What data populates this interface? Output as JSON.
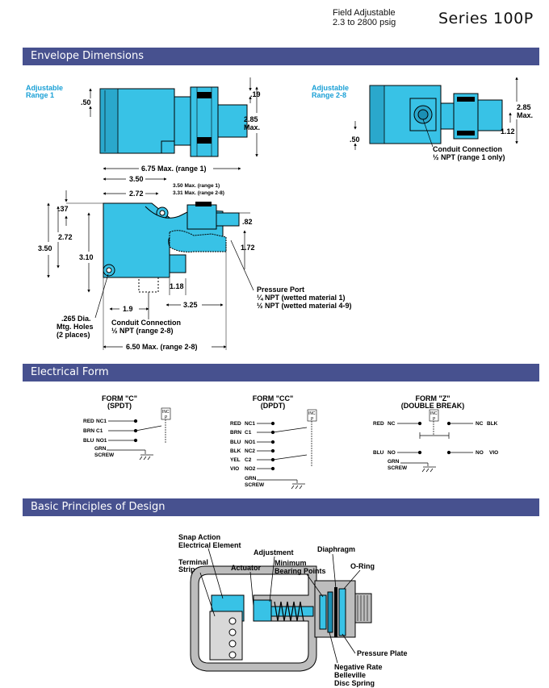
{
  "header": {
    "line1": "Field Adjustable",
    "line2": "2.3 to 2800 psig",
    "series": "Series 100P"
  },
  "sections": {
    "envelope": "Envelope Dimensions",
    "electrical": "Electrical Form",
    "principles": "Basic Principles of Design"
  },
  "envelope": {
    "range1_line1": "Adjustable",
    "range1_line2": "Range 1",
    "range28_line1": "Adjustable",
    "range28_line2": "Range 2-8",
    "dim_50": ".50",
    "dim_19": ".19",
    "dim_285": "2.85",
    "dim_max": "Max.",
    "dim_285b": "2.85",
    "dim_maxb": "Max.",
    "dim_112": "1.12",
    "dim_50b": ".50",
    "conduit_top_1": "Conduit Connection",
    "conduit_top_2": "½ NPT  (range 1 only)",
    "dim_675": "6.75 Max. (range 1)",
    "dim_350": "3.50",
    "dim_272": "2.72",
    "dim_350r1": "3.50 Max. (range 1)",
    "dim_331": "3.31 Max. (range 2-8)",
    "dim_37": ".37",
    "dim_272v": "2.72",
    "dim_350v": "3.50",
    "dim_310": "3.10",
    "dim_82": ".82",
    "dim_172": "1.72",
    "dim_118": "1.18",
    "dim_19h": "1.9",
    "dim_325": "3.25",
    "pp_1": "Pressure Port",
    "pp_2": "¼ NPT (wetted material 1)",
    "pp_3": "½ NPT (wetted material 4-9)",
    "holes_1": ".265 Dia.",
    "holes_2": "Mtg. Holes",
    "holes_3": "(2 places)",
    "conduit_bot_1": "Conduit Connection",
    "conduit_bot_2": "½ NPT (range 2-8)",
    "dim_650": "6.50 Max. (range 2-8)"
  },
  "electrical": {
    "c_title": "FORM \"C\"",
    "c_sub": "(SPDT)",
    "cc_title": "FORM \"CC\"",
    "cc_sub": "(DPDT)",
    "z_title": "FORM \"Z\"",
    "z_sub": "(DOUBLE BREAK)",
    "inc": "INC",
    "p": "P",
    "c_rows": [
      [
        "RED",
        "NC1"
      ],
      [
        "BRN",
        "C1"
      ],
      [
        "BLU",
        "NO1"
      ]
    ],
    "cc_rows": [
      [
        "RED",
        "NC1"
      ],
      [
        "BRN",
        "C1"
      ],
      [
        "BLU",
        "NO1"
      ],
      [
        "BLK",
        "NC2"
      ],
      [
        "YEL",
        "C2"
      ],
      [
        "VIO",
        "NO2"
      ]
    ],
    "grn": "GRN",
    "screw": "SCREW",
    "z_red": "RED",
    "z_nc_l": "NC",
    "z_nc_r": "NC",
    "z_blk": "BLK",
    "z_blu": "BLU",
    "z_no_l": "NO",
    "z_no_r": "NO",
    "z_vio": "VIO"
  },
  "principles": {
    "snap_1": "Snap Action",
    "snap_2": "Electrical Element",
    "adjustment": "Adjustment",
    "diaphragm": "Diaphragm",
    "terminal_1": "Terminal",
    "terminal_2": "Strip",
    "actuator": "Actuator",
    "min_1": "Minimum",
    "min_2": "Bearing Points",
    "oring": "O-Ring",
    "pressure_plate": "Pressure Plate",
    "neg_1": "Negative Rate",
    "neg_2": "Belleville",
    "neg_3": "Disc Spring"
  },
  "colors": {
    "bar": "#47518f",
    "cyan": "#38c2e6",
    "dim_blue": "#1aa0d6",
    "gray": "#bdbdbd"
  }
}
